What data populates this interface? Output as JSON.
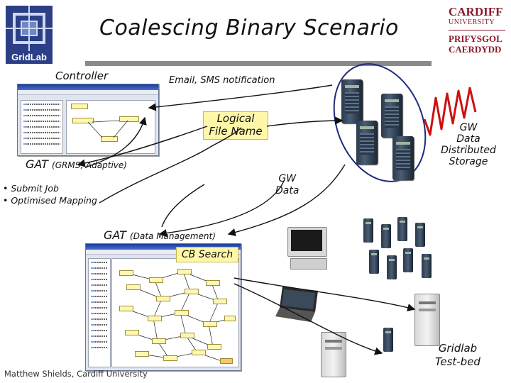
{
  "title": "Coalescing Binary Scenario",
  "logos": {
    "gridlab": "GridLab",
    "cardiff": {
      "line1": "CARDIFF",
      "line2": "UNIVERSITY",
      "line3": "PRIFYSGOL",
      "line4": "CAERDYDD",
      "color": "#8b1a2b"
    }
  },
  "labels": {
    "controller": "Controller",
    "email": "Email, SMS notification",
    "logical_file_name": [
      "Logical",
      "File Name"
    ],
    "gat_grms": "GAT",
    "gat_grms_sub": "(GRMS, Adaptive)",
    "bullets": [
      "• Submit Job",
      "• Optimised Mapping"
    ],
    "gw_data_mid": [
      "GW",
      "Data"
    ],
    "gw_storage": [
      "GW",
      "Data",
      "Distributed",
      "Storage"
    ],
    "gat_dm": "GAT",
    "gat_dm_sub": "(Data Management)",
    "cb_search": "CB Search",
    "gridlab_testbed": [
      "Gridlab",
      "Test-bed"
    ],
    "footer": "Matthew Shields, Cardiff University"
  },
  "colors": {
    "highlight": "#fff7a8",
    "signal": "#cc1111",
    "arrow": "#111111",
    "ellipse": "#1f2a7a"
  },
  "icons": {
    "gridlab": "gridlab-logo",
    "cardiff": "cardiff-dragon-logo",
    "servers": "server-tower-icon",
    "signal": "radio-signal-icon",
    "workstation": "desktop-computer-icon",
    "laptop": "laptop-icon",
    "pc": "pc-tower-icon"
  }
}
